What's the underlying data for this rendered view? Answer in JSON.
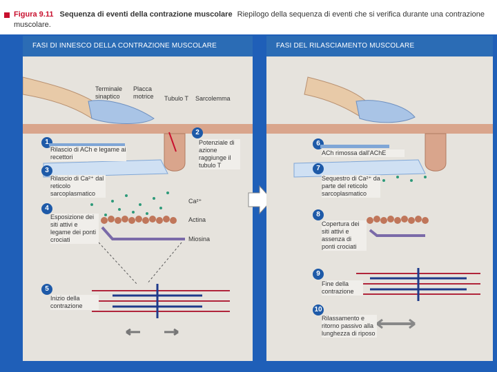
{
  "figure": {
    "number": "Figura 9.11",
    "title": "Sequenza di eventi della contrazione muscolare",
    "caption": "Riepilogo della sequenza di eventi che si verifica durante una contrazione muscolare."
  },
  "left_panel": {
    "header": "FASI DI INNESCO DELLA CONTRAZIONE MUSCOLARE",
    "labels": {
      "terminale": "Terminale sinaptico",
      "placca": "Placca motrice",
      "tubulo": "Tubulo T",
      "sarcolemma": "Sarcolemma",
      "ca": "Ca²⁺",
      "actina": "Actina",
      "miosina": "Miosina"
    },
    "steps": [
      {
        "num": "1",
        "text": "Rilascio di ACh e legame ai recettori"
      },
      {
        "num": "2",
        "text": "Potenziale di azione raggiunge il tubulo T"
      },
      {
        "num": "3",
        "text": "Rilascio di Ca²⁺ dal reticolo sarcoplasmatico"
      },
      {
        "num": "4",
        "text": "Esposizione dei siti attivi e legame dei ponti crociati"
      },
      {
        "num": "5",
        "text": "Inizio della contrazione"
      }
    ]
  },
  "right_panel": {
    "header": "FASI DEL RILASCIAMENTO MUSCOLARE",
    "steps": [
      {
        "num": "6",
        "text": "ACh rimossa dall'AChE"
      },
      {
        "num": "7",
        "text": "Sequestro di Ca²⁺ da parte del reticolo sarcoplasmatico"
      },
      {
        "num": "8",
        "text": "Copertura dei siti attivi e assenza di ponti crociati"
      },
      {
        "num": "9",
        "text": "Fine della contrazione"
      },
      {
        "num": "10",
        "text": "Rilassamento e ritorno passivo alla lunghezza di riposo"
      }
    ]
  },
  "colors": {
    "background": "#1f5fb8",
    "header_blue": "#2b6cb5",
    "step_badge": "#1e5aa8",
    "figure_red": "#c8102e",
    "membrane": "#d9a58c",
    "actin": "#c0765a",
    "myosin": "#7a6aa8"
  }
}
